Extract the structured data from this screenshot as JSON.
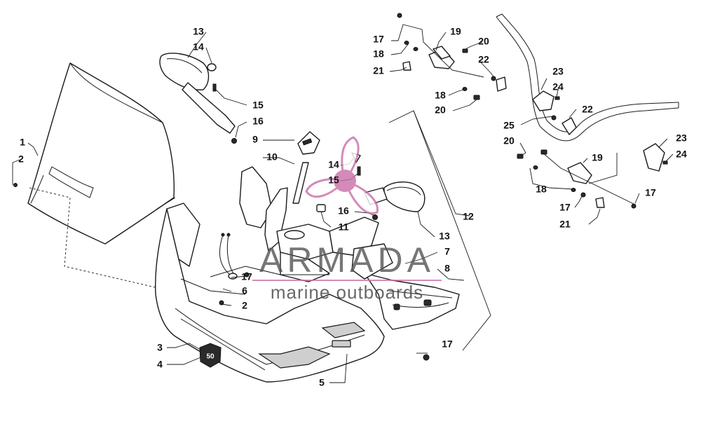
{
  "watermark": {
    "brand": "ARMADA",
    "tagline": "marine outboards",
    "logo_color": "#c96fa8",
    "text_color": "#555555"
  },
  "badge_text": "50",
  "callouts": [
    {
      "id": "1",
      "num": "1"
    },
    {
      "id": "2a",
      "num": "2"
    },
    {
      "id": "2b",
      "num": "2"
    },
    {
      "id": "3",
      "num": "3"
    },
    {
      "id": "4",
      "num": "4"
    },
    {
      "id": "5",
      "num": "5"
    },
    {
      "id": "6",
      "num": "6"
    },
    {
      "id": "7",
      "num": "7"
    },
    {
      "id": "8",
      "num": "8"
    },
    {
      "id": "9",
      "num": "9"
    },
    {
      "id": "10",
      "num": "10"
    },
    {
      "id": "11",
      "num": "11"
    },
    {
      "id": "12",
      "num": "12"
    },
    {
      "id": "13a",
      "num": "13"
    },
    {
      "id": "13b",
      "num": "13"
    },
    {
      "id": "14a",
      "num": "14"
    },
    {
      "id": "14b",
      "num": "14"
    },
    {
      "id": "15a",
      "num": "15"
    },
    {
      "id": "15b",
      "num": "15"
    },
    {
      "id": "16a",
      "num": "16"
    },
    {
      "id": "16b",
      "num": "16"
    },
    {
      "id": "17a",
      "num": "17"
    },
    {
      "id": "17b",
      "num": "17"
    },
    {
      "id": "17c",
      "num": "17"
    },
    {
      "id": "17d",
      "num": "17"
    },
    {
      "id": "17e",
      "num": "17"
    },
    {
      "id": "18a",
      "num": "18"
    },
    {
      "id": "18b",
      "num": "18"
    },
    {
      "id": "18c",
      "num": "18"
    },
    {
      "id": "19a",
      "num": "19"
    },
    {
      "id": "19b",
      "num": "19"
    },
    {
      "id": "20a",
      "num": "20"
    },
    {
      "id": "20b",
      "num": "20"
    },
    {
      "id": "20c",
      "num": "20"
    },
    {
      "id": "21a",
      "num": "21"
    },
    {
      "id": "21b",
      "num": "21"
    },
    {
      "id": "22a",
      "num": "22"
    },
    {
      "id": "22b",
      "num": "22"
    },
    {
      "id": "23a",
      "num": "23"
    },
    {
      "id": "23b",
      "num": "23"
    },
    {
      "id": "24a",
      "num": "24"
    },
    {
      "id": "24b",
      "num": "24"
    },
    {
      "id": "25",
      "num": "25"
    }
  ]
}
